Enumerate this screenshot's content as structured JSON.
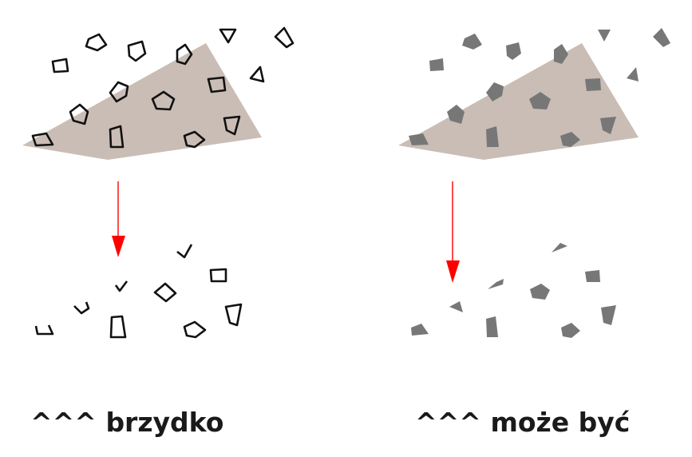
{
  "captions": {
    "left": "^^^ brzydko",
    "right": "^^^ może być"
  },
  "colors": {
    "mask": "#c9bdb5",
    "outline_stroke": "#111111",
    "filled_shape": "#777777",
    "arrow": "#ff0000",
    "caption_text": "#1a1a1a"
  },
  "panels": [
    {
      "id": "left",
      "style": "outline",
      "description_key": "brzydko"
    },
    {
      "id": "right",
      "style": "filled",
      "description_key": "moze-byc"
    }
  ]
}
